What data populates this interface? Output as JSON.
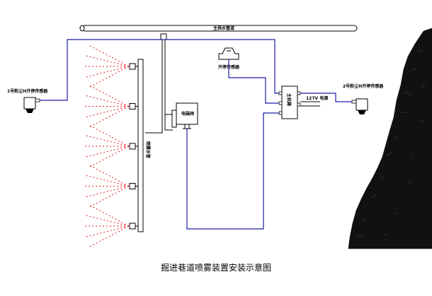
{
  "diagram": {
    "caption": "掘进巷道喷雾装置安装示意图",
    "labels": {
      "main_water_pipe": "主供水管道",
      "open_sensor": "开停传感器",
      "sensor_1": "1号粉尘H开停传感器",
      "sensor_2": "2号粉尘H开停传感器",
      "power_127v": "127V 电源",
      "host": "主机箱",
      "solenoid_valve": "电磁阀",
      "spray_branch_pipe": "喷雾水管"
    },
    "colors": {
      "signal_line": "#1a1aa6",
      "spray_mist": "#e02020",
      "equipment": "#000000",
      "rock": "#111111"
    },
    "icons": {
      "nozzle": "nozzle-icon",
      "sensor": "dust-sensor-icon",
      "host": "controller-box-icon",
      "valve": "valve-icon"
    },
    "nozzle_count": 5
  }
}
